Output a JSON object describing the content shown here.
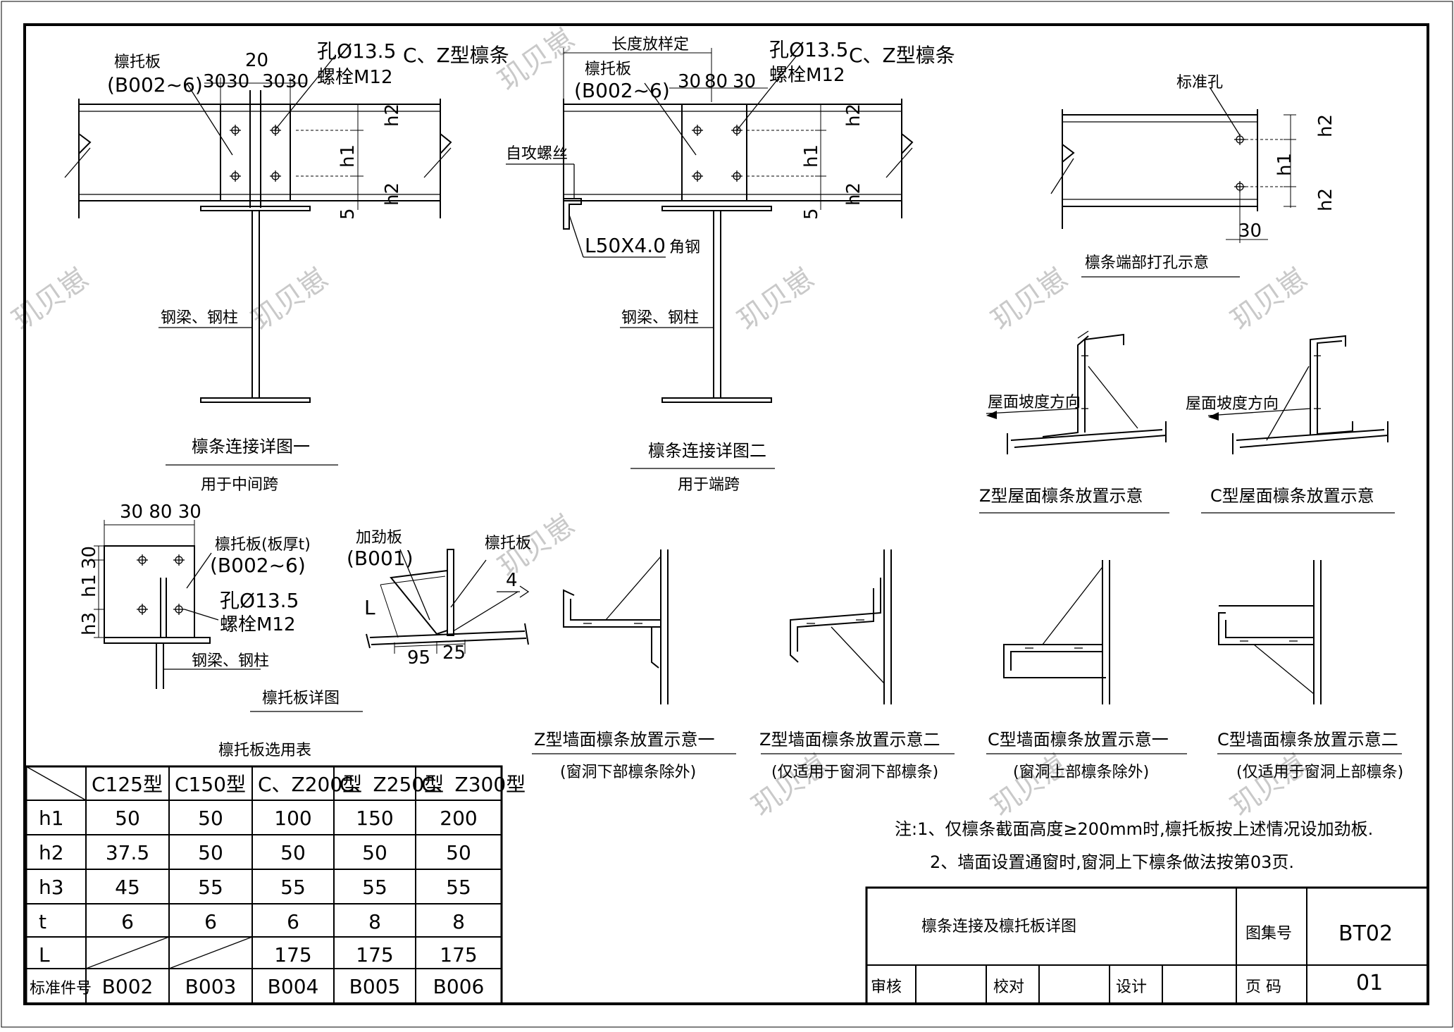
{
  "details": {
    "d1": {
      "bracket": "檩托板",
      "bracket_code": "(B002~6)",
      "top_dim": "20",
      "dim_left": "3030",
      "dim_right": "3030",
      "hole": "孔Ø13.5",
      "bolt": "螺栓M12",
      "purlin": "C、Z型檩条",
      "h1": "h1",
      "h2": "h2",
      "five": "5",
      "beam": "钢梁、钢柱",
      "title": "檩条连接详图一",
      "subtitle": "用于中间跨"
    },
    "d2": {
      "length_note": "长度放样定",
      "bracket": "檩托板",
      "bracket_code": "(B002~6)",
      "dim_a": "30",
      "dim_b": "80",
      "dim_c": "30",
      "hole": "孔Ø13.5",
      "bolt": "螺栓M12",
      "purlin": "C、Z型檩条",
      "screw": "自攻螺丝",
      "angle": "L50X4.0",
      "angle_unit": "角钢",
      "h1": "h1",
      "h2": "h2",
      "five": "5",
      "beam": "钢梁、钢柱",
      "title": "檩条连接详图二",
      "subtitle": "用于端跨"
    },
    "d3": {
      "std_hole": "标准孔",
      "h1": "h1",
      "h2": "h2",
      "thirty": "30",
      "title": "檩条端部打孔示意"
    },
    "roof_z": {
      "slope": "屋面坡度方向",
      "title": "Z型屋面檩条放置示意"
    },
    "roof_c": {
      "slope": "屋面坡度方向",
      "title": "C型屋面檩条放置示意"
    },
    "plate": {
      "dims": "30 80 30",
      "bracket": "檩托板(板厚t)",
      "bracket_code": "(B002~6)",
      "hole": "孔Ø13.5",
      "bolt": "螺栓M12",
      "d30": "30",
      "h1": "h1",
      "h3": "h3",
      "beam": "钢梁、钢柱",
      "title": "檩托板详图"
    },
    "stiff": {
      "stiffener": "加劲板",
      "code": "(B001)",
      "bracket": "檩托板",
      "weld": "4",
      "L": "L",
      "d95": "95",
      "d25": "25"
    },
    "wall1": {
      "title": "Z型墙面檩条放置示意一",
      "note": "(窗洞下部檩条除外)"
    },
    "wall2": {
      "title": "Z型墙面檩条放置示意二",
      "note": "(仅适用于窗洞下部檩条)"
    },
    "wall3": {
      "title": "C型墙面檩条放置示意一",
      "note": "(窗洞上部檩条除外)"
    },
    "wall4": {
      "title": "C型墙面檩条放置示意二",
      "note": "(仅适用于窗洞上部檩条)"
    }
  },
  "table": {
    "title": "檩托板选用表",
    "columns": [
      "C125型",
      "C150型",
      "C、Z200型",
      "C、Z250型",
      "C、Z300型"
    ],
    "rows": [
      {
        "label": "h1",
        "values": [
          "50",
          "50",
          "100",
          "150",
          "200"
        ]
      },
      {
        "label": "h2",
        "values": [
          "37.5",
          "50",
          "50",
          "50",
          "50"
        ]
      },
      {
        "label": "h3",
        "values": [
          "45",
          "55",
          "55",
          "55",
          "55"
        ]
      },
      {
        "label": "t",
        "values": [
          "6",
          "6",
          "6",
          "8",
          "8"
        ]
      },
      {
        "label": "L",
        "values": [
          "",
          "",
          "175",
          "175",
          "175"
        ]
      },
      {
        "label": "标准件号",
        "values": [
          "B002",
          "B003",
          "B004",
          "B005",
          "B006"
        ]
      }
    ]
  },
  "notes": {
    "n1": "注:1、仅檩条截面高度≥200mm时,檩托板按上述情况设加劲板.",
    "n2": "2、墙面设置通窗时,窗洞上下檩条做法按第03页."
  },
  "titleblock": {
    "drawing_name": "檩条连接及檩托板详图",
    "atlas_label": "图集号",
    "atlas_no": "BT02",
    "review": "审核",
    "check": "校对",
    "design": "设计",
    "page_label": "页 码",
    "page_no": "01"
  },
  "watermark": "玑贝崽"
}
